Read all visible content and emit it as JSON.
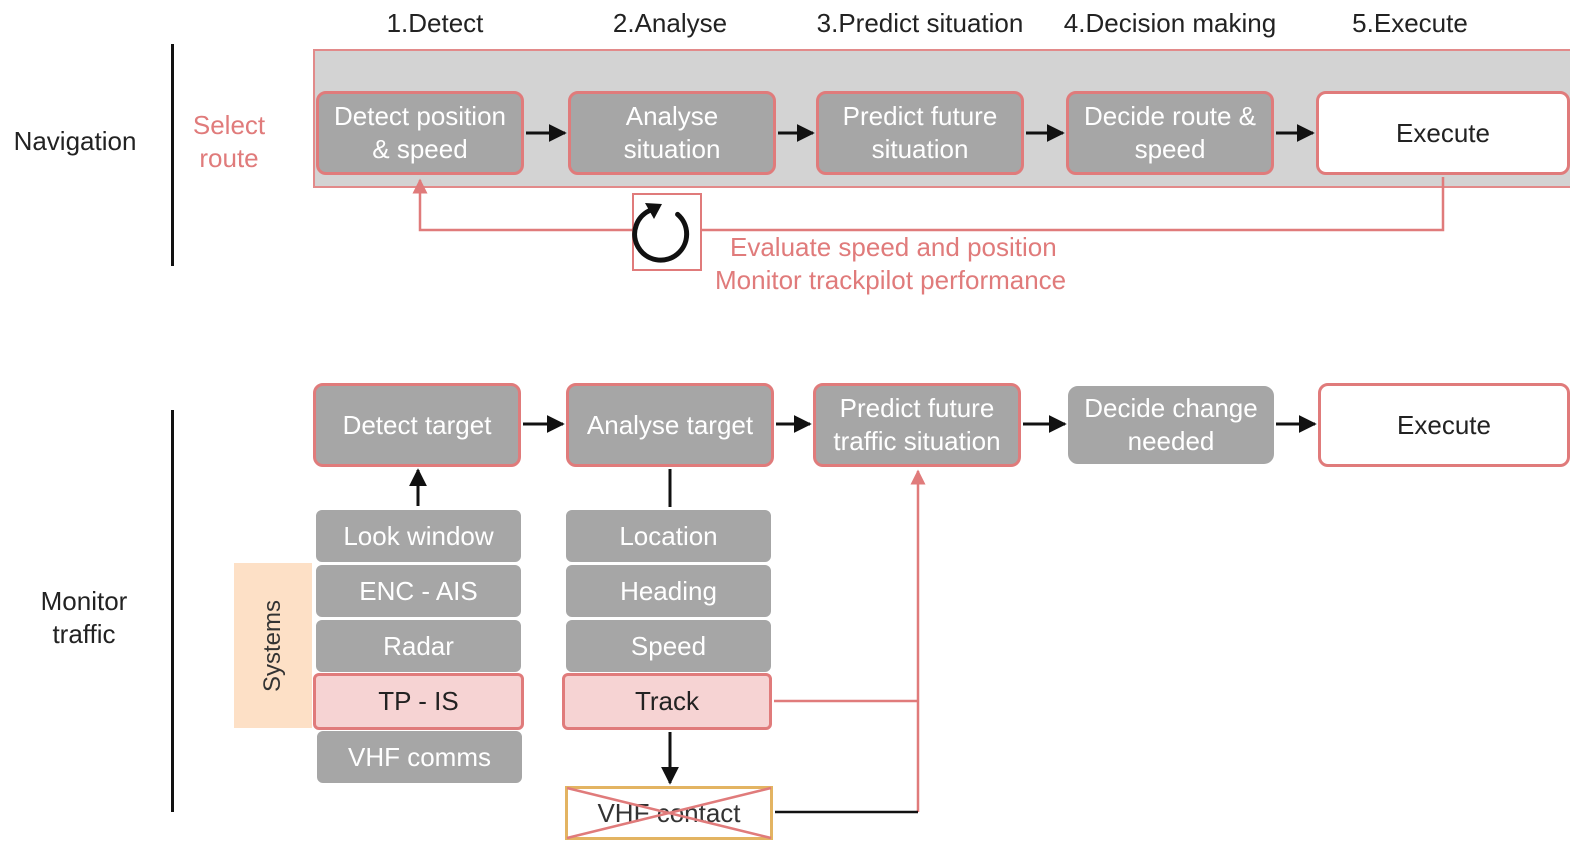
{
  "phases": [
    "1.Detect",
    "2.Analyse",
    "3.Predict situation",
    "4.Decision making",
    "5.Execute"
  ],
  "navigation": {
    "label": "Navigation",
    "select_route": "Select\nroute",
    "steps": [
      "Detect position\n& speed",
      "Analyse\nsituation",
      "Predict future\nsituation",
      "Decide route &\nspeed",
      "Execute"
    ],
    "feedback": [
      "Evaluate speed and position",
      "Monitor trackpilot performance"
    ]
  },
  "monitor_traffic": {
    "label": "Monitor\ntraffic",
    "steps": [
      "Detect target",
      "Analyse target",
      "Predict future\ntraffic situation",
      "Decide change\nneeded",
      "Execute"
    ],
    "systems_label": "Systems",
    "systems": [
      "Look window",
      "ENC - AIS",
      "Radar",
      "TP - IS",
      "VHF comms"
    ],
    "analysis_items": [
      "Location",
      "Heading",
      "Speed",
      "Track"
    ],
    "vhf_contact": "VHF contact"
  },
  "colors": {
    "accent_red": "#e07b7b",
    "grey_box": "#a6a6a6",
    "band_grey": "#d3d3d3",
    "systems_bg": "#fde0c6",
    "highlight_pink": "#f6d3d3",
    "crossed_out_border": "#e3b462"
  }
}
